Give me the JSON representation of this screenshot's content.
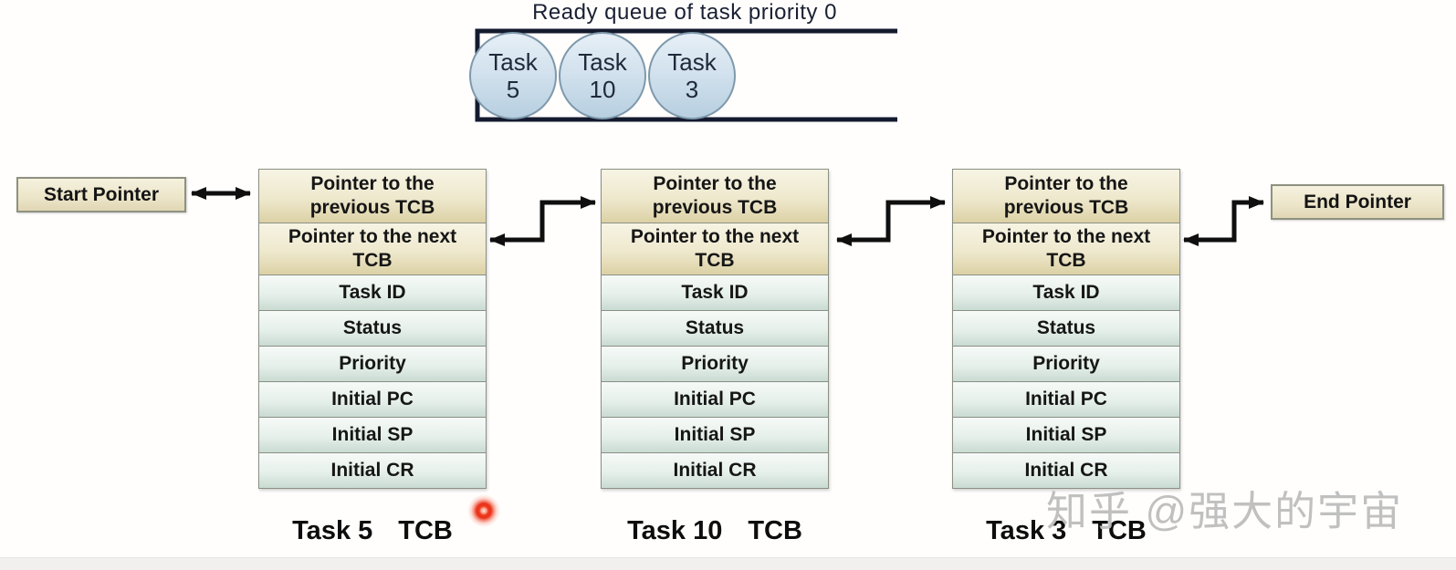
{
  "title": "Ready queue of task priority 0",
  "queue": {
    "tasks": [
      {
        "label": "Task",
        "number": "5"
      },
      {
        "label": "Task",
        "number": "10"
      },
      {
        "label": "Task",
        "number": "3"
      }
    ]
  },
  "pointers": {
    "start_label": "Start Pointer",
    "end_label": "End Pointer"
  },
  "tcbs": [
    {
      "rows": [
        "Pointer to the previous TCB",
        "Pointer to the next TCB",
        "Task ID",
        "Status",
        "Priority",
        "Initial PC",
        "Initial SP",
        "Initial CR"
      ],
      "caption_task": "Task 5",
      "caption_type": "TCB"
    },
    {
      "rows": [
        "Pointer to the previous TCB",
        "Pointer to the next TCB",
        "Task ID",
        "Status",
        "Priority",
        "Initial PC",
        "Initial SP",
        "Initial CR"
      ],
      "caption_task": "Task 10",
      "caption_type": "TCB"
    },
    {
      "rows": [
        "Pointer to the previous TCB",
        "Pointer to the next TCB",
        "Task ID",
        "Status",
        "Priority",
        "Initial PC",
        "Initial SP",
        "Initial CR"
      ],
      "caption_task": "Task 3",
      "caption_type": "TCB"
    }
  ],
  "watermark": "知乎 @强大的宇宙",
  "colors": {
    "arrow": "#0f0f0f",
    "queue_line": "#141a2e",
    "cream_row_bottom": "#dcd1a5",
    "green_row_bottom": "#c9dbd2",
    "circle_fill": "#b7cfe0",
    "laser_red": "#e8321a",
    "watermark_gray": "#bdbdbd"
  }
}
